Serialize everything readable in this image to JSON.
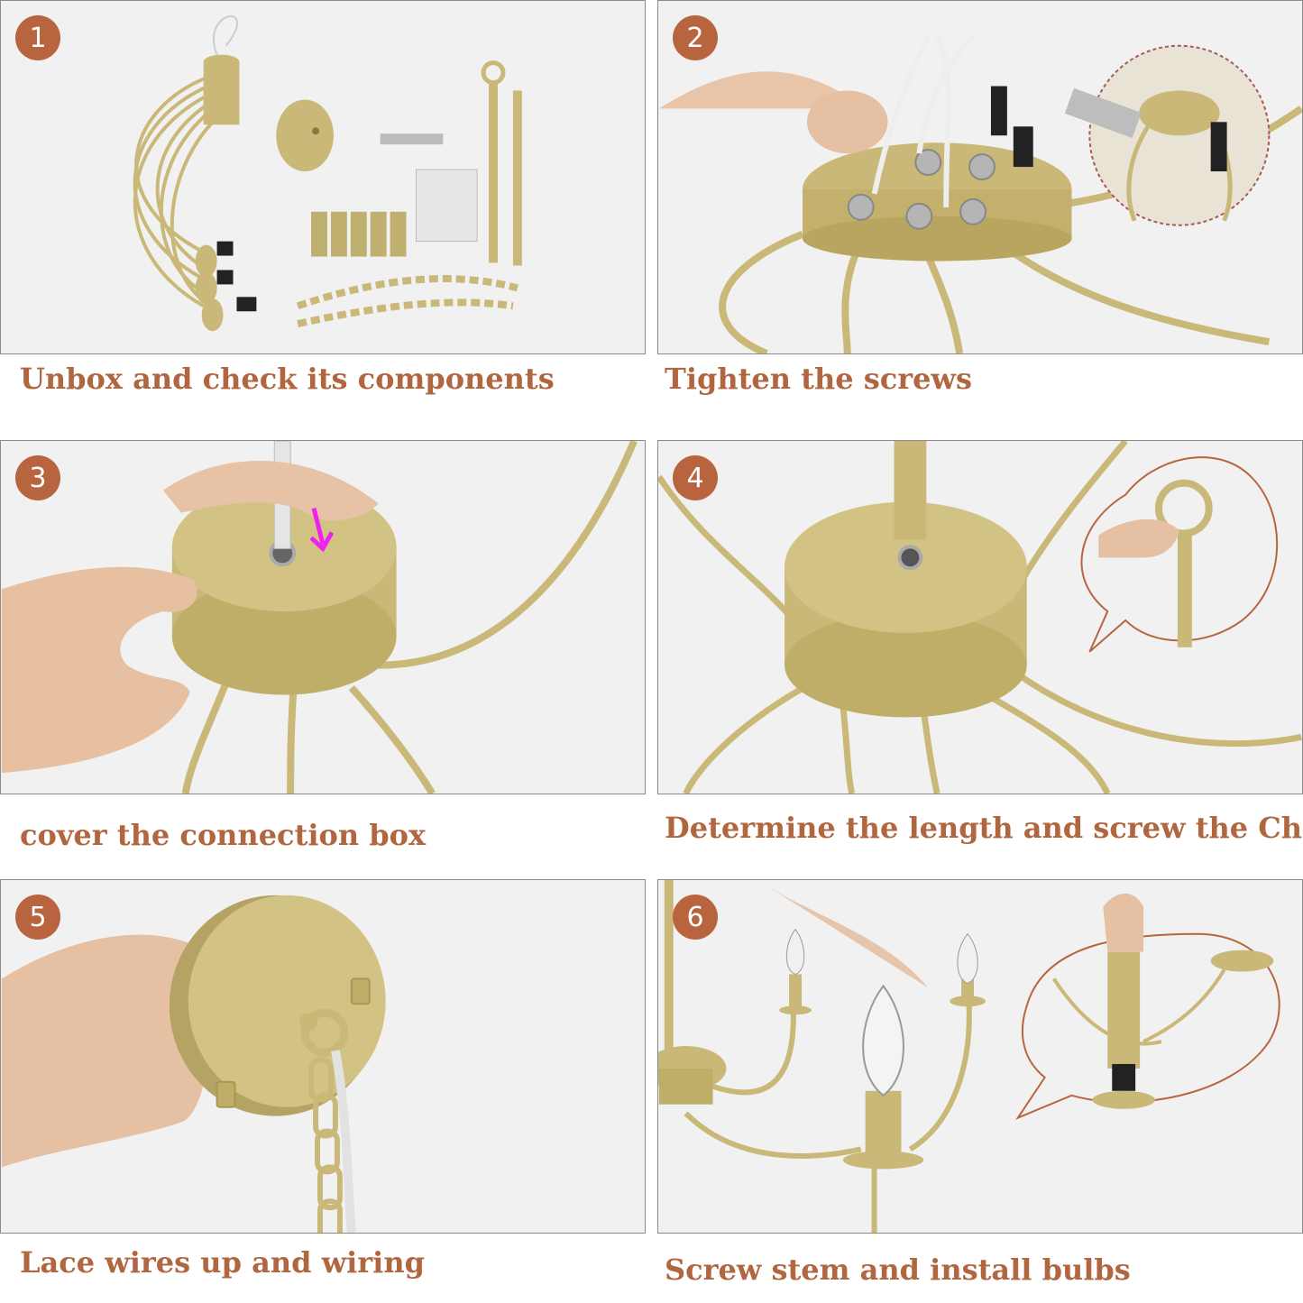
{
  "steps": [
    {
      "number": "1",
      "caption": "Unbox and check its components"
    },
    {
      "number": "2",
      "caption": "Tighten the screws"
    },
    {
      "number": "3",
      "caption": "cover the connection box"
    },
    {
      "number": "4",
      "caption": "Determine the length and screw the  Chain"
    },
    {
      "number": "5",
      "caption": "Lace wires up and wiring"
    },
    {
      "number": "6",
      "caption": "Screw stem and install bulbs"
    }
  ],
  "colors": {
    "badge": "#b8653f",
    "caption": "#b0663f",
    "gold": "#c9b877",
    "panel_bg": "#f1f1f1"
  }
}
